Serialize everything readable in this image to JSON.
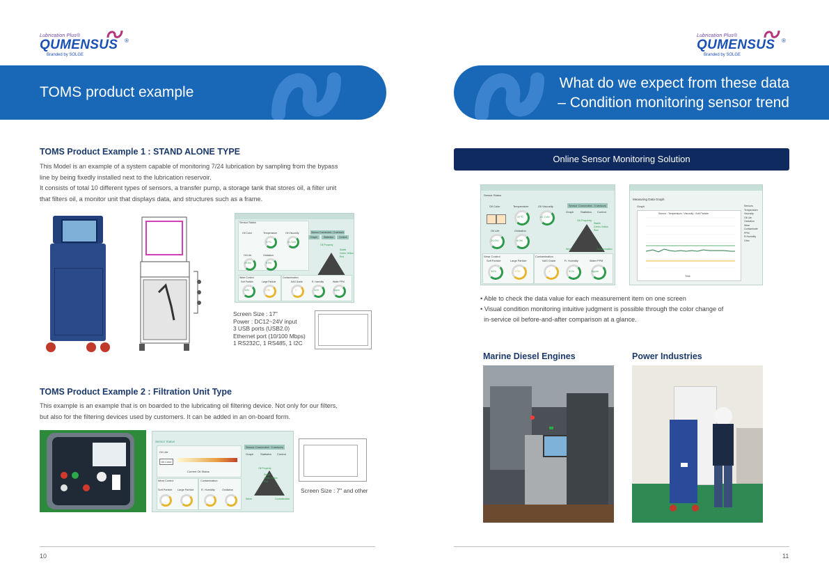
{
  "brand": {
    "top": "Lubrication Plus®",
    "name": "QUMENSUS",
    "reg": "®",
    "sub": "Branded by SOLGE"
  },
  "left": {
    "banner_title": "TOMS product example",
    "example1": {
      "heading": "TOMS Product Example 1 : STAND ALONE TYPE",
      "lines": [
        "This Model is an example of a system capable of monitoring 7/24 lubrication by sampling from the bypass",
        "line by being fixedly installed next to the lubrication reservoir.",
        "It consists of total 10 different types of sensors, a transfer pump, a storage tank that stores oil, a filter unit",
        "that filters oil, a monitor unit that displays data, and structures such as a frame."
      ],
      "specs": [
        "Screen Size : 17\"",
        "Power : DC12~24V input",
        "3 USB ports (USB2.0)",
        "Ethernet port (10/100 Mbps)",
        "1 RS232C, 1 RS485, 1 I2C"
      ]
    },
    "example2": {
      "heading": "TOMS Product Example 2 : Filtration Unit Type",
      "lines": [
        "This example is an example that is on boarded to the lubricating oil filtering device. Not only for our filters,",
        "but also for the filtering devices used by customers. It can be added in an on-board form."
      ],
      "screen_caption": "Screen Size : 7\" and other",
      "panel": {
        "title": "Sensor Status",
        "connected": "Sensor Connected : 3 sensors",
        "tabs": [
          "Graph",
          "Statistics",
          "Control"
        ],
        "oil_life": "Oil Life",
        "oil_color": "Oil Color",
        "current_status": "Current Oil Status",
        "wear_control": "Wear Control",
        "contamination": "Contamination",
        "gauge_labels": [
          "Soft Particle",
          "Large Particle",
          "R. Humidity",
          "Oxidation"
        ],
        "radar_title": "Oil Property",
        "radar_legend": [
          "Stable",
          "Green-Yellow",
          "Red"
        ],
        "radar_axes": [
          "Wear",
          "Contamination"
        ]
      }
    },
    "page_number": "10"
  },
  "screen1": {
    "title": "Sensor Status",
    "connected": "Sensor Connected : 3 sensors",
    "tabs": [
      "Graph",
      "Statistics",
      "Control"
    ],
    "labels": [
      "Oil Color",
      "Temperature",
      "Oil Viscosity",
      "Oil Life",
      "Oxidation"
    ],
    "values": [
      "37℃",
      "41.7cSt",
      "20.0%",
      "8.0%"
    ],
    "wear_control": "Wear Control",
    "contamination": "Contamination",
    "bottom_labels": [
      "Soft Particle",
      "Large Particle",
      "NAS Grade",
      "R. Humidity",
      "Water PPM"
    ],
    "bottom_values": [
      "34%",
      "17%",
      "1",
      "31%",
      "0ppm"
    ],
    "radar_title": "Oil Property",
    "radar_legend": [
      "Stable",
      "Green-Yellow",
      "Red"
    ],
    "radar_axes": [
      "Wear",
      "Contamination"
    ]
  },
  "graph": {
    "window_title": "Measuring Data Graph",
    "tab": "Graph",
    "plot_title": "Sensor : Temperature / Viscosity : Soft Particle",
    "x_axis": "Time",
    "legend_title": "Sensors",
    "legend_items": [
      "Temperature",
      "Viscosity",
      "Oil Life",
      "Oxidation",
      "Wear",
      "Contaminate",
      "PPM",
      "R.Humidity",
      "Ohm"
    ]
  },
  "right": {
    "banner_title_line1": "What do we expect from these data",
    "banner_title_line2": "– Condition monitoring sensor trend",
    "nav_title": "Online Sensor  Monitoring Solution",
    "bullets": [
      "• Able to check the data value for each measurement item on one screen",
      "• Visual condition monitoring intuitive judgment is possible through the color change of",
      "  in-service oil before-and-after comparison at a glance."
    ],
    "photo1_title": "Marine Diesel Engines",
    "photo2_title": "Power Industries",
    "page_number": "11"
  },
  "colors": {
    "banner_blue": "#1968b8",
    "navy": "#0f2a5e",
    "heading_navy": "#1b3a6b",
    "gauge_green": "#2e9a4b",
    "gauge_yellow": "#e7b62e"
  }
}
